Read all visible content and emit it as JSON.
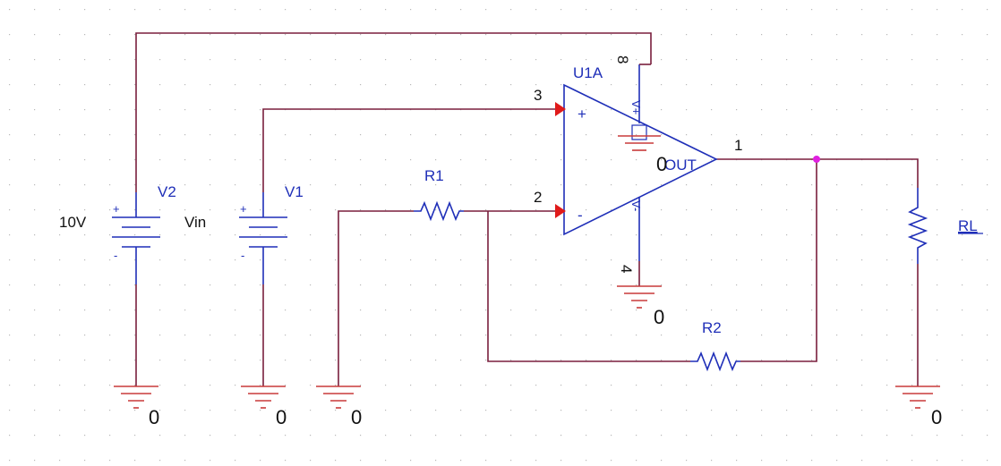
{
  "opamp": {
    "refdes": "U1A",
    "pin_noninv": "3",
    "pin_inv": "2",
    "pin_out": "1",
    "pin_vpos": "8",
    "pin_vneg": "4",
    "plus_sign": "+",
    "minus_sign": "-",
    "out_label": "OUT",
    "vpos_label": "V+",
    "vneg_label": "V-",
    "out_node": "0"
  },
  "sources": {
    "v2": {
      "name": "V2",
      "value": "10V",
      "plus": "+",
      "minus": "-"
    },
    "v1": {
      "name": "V1",
      "value": "Vin",
      "plus": "+",
      "minus": "-"
    }
  },
  "resistors": {
    "r1": "R1",
    "r2": "R2",
    "rl": "RL"
  },
  "grounds": {
    "g_v2": "0",
    "g_v1": "0",
    "g_r1": "0",
    "g_vneg": "0",
    "g_rl": "0"
  },
  "colors": {
    "wire": "#7a1f3d",
    "part": "#1f2fb8",
    "pin_arrow": "#e01a1a",
    "junction": "#e020e0",
    "grid_dot": "#b8b8b8"
  }
}
